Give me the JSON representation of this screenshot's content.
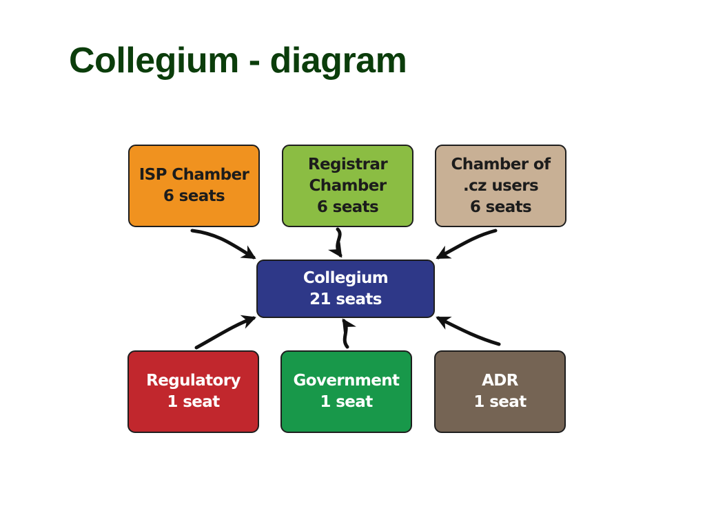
{
  "title": "Collegium - diagram",
  "colors": {
    "title": "#0b3d0b",
    "isp": "#f0921f",
    "registrar": "#8bbd43",
    "cz_users": "#c8b095",
    "collegium": "#2e3888",
    "regulatory": "#c1272d",
    "government": "#18984a",
    "adr": "#756454",
    "arrow": "#111111"
  },
  "nodes": {
    "isp": {
      "lines": [
        "ISP Chamber",
        "6 seats"
      ]
    },
    "registrar": {
      "lines": [
        "Registrar",
        "Chamber",
        "6 seats"
      ]
    },
    "cz_users": {
      "lines": [
        "Chamber of",
        ".cz users",
        "6 seats"
      ]
    },
    "collegium": {
      "lines": [
        "Collegium",
        "21 seats"
      ]
    },
    "regulatory": {
      "lines": [
        "Regulatory",
        "1 seat"
      ]
    },
    "government": {
      "lines": [
        "Government",
        "1 seat"
      ]
    },
    "adr": {
      "lines": [
        "ADR",
        "1 seat"
      ]
    }
  },
  "edges": [
    {
      "from": "isp",
      "to": "collegium"
    },
    {
      "from": "registrar",
      "to": "collegium"
    },
    {
      "from": "cz_users",
      "to": "collegium"
    },
    {
      "from": "regulatory",
      "to": "collegium"
    },
    {
      "from": "government",
      "to": "collegium"
    },
    {
      "from": "adr",
      "to": "collegium"
    }
  ]
}
